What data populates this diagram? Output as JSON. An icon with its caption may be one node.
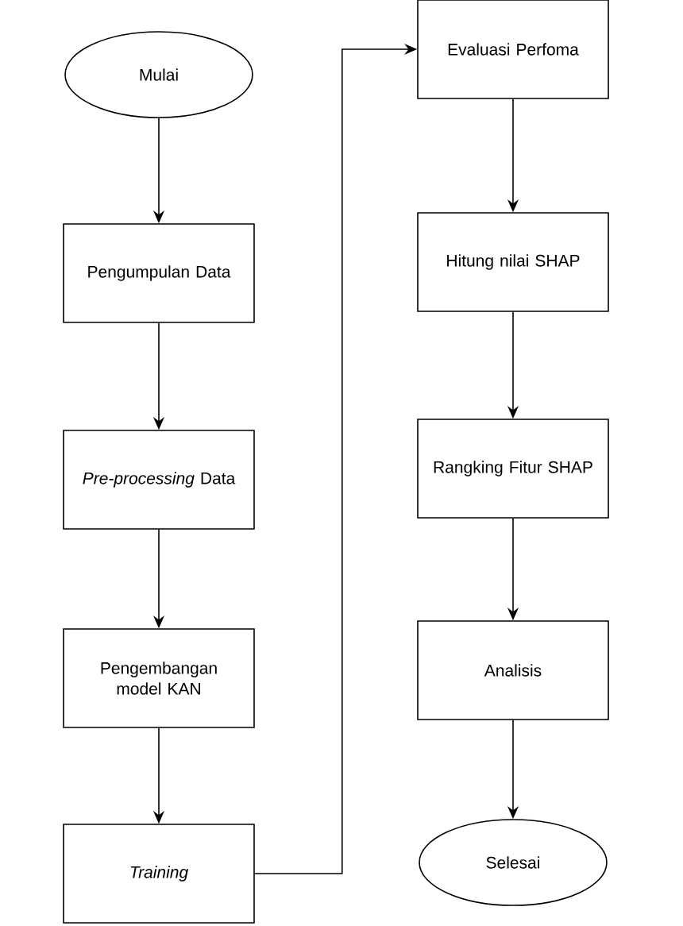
{
  "diagram": {
    "nodes": [
      {
        "text": [
          "Mulai"
        ]
      },
      {
        "text": [
          "Pengumpulan Data"
        ]
      },
      {
        "text": [
          "*Pre-processing* Data"
        ]
      },
      {
        "text": [
          "Pengembangan model KAN"
        ]
      },
      {
        "text": [
          "Training"
        ]
      },
      {
        "text": [
          "Evaluasi Perfoma"
        ]
      },
      {
        "text": [
          "Hitung nilai SHAP"
        ]
      },
      {
        "text": [
          "Rangking Fitur SHAP"
        ]
      },
      {
        "text": [
          "Analisis"
        ]
      },
      {
        "text": [
          "Selesai"
        ]
      }
    ],
    "edges": [
      {
        "from": 0,
        "to": 1,
        "arrow": "to"
      },
      {
        "from": 1,
        "to": 2,
        "arrow": "to"
      },
      {
        "from": 2,
        "to": 3,
        "arrow": "to"
      },
      {
        "from": 3,
        "to": 4,
        "arrow": "to"
      },
      {
        "from": 4,
        "to": 5,
        "arrow": "to"
      },
      {
        "from": 5,
        "to": 6,
        "arrow": "to"
      },
      {
        "from": 6,
        "to": 7,
        "arrow": "to"
      },
      {
        "from": 7,
        "to": 8,
        "arrow": "to"
      },
      {
        "from": 8,
        "to": 9,
        "arrow": "to"
      }
    ]
  }
}
